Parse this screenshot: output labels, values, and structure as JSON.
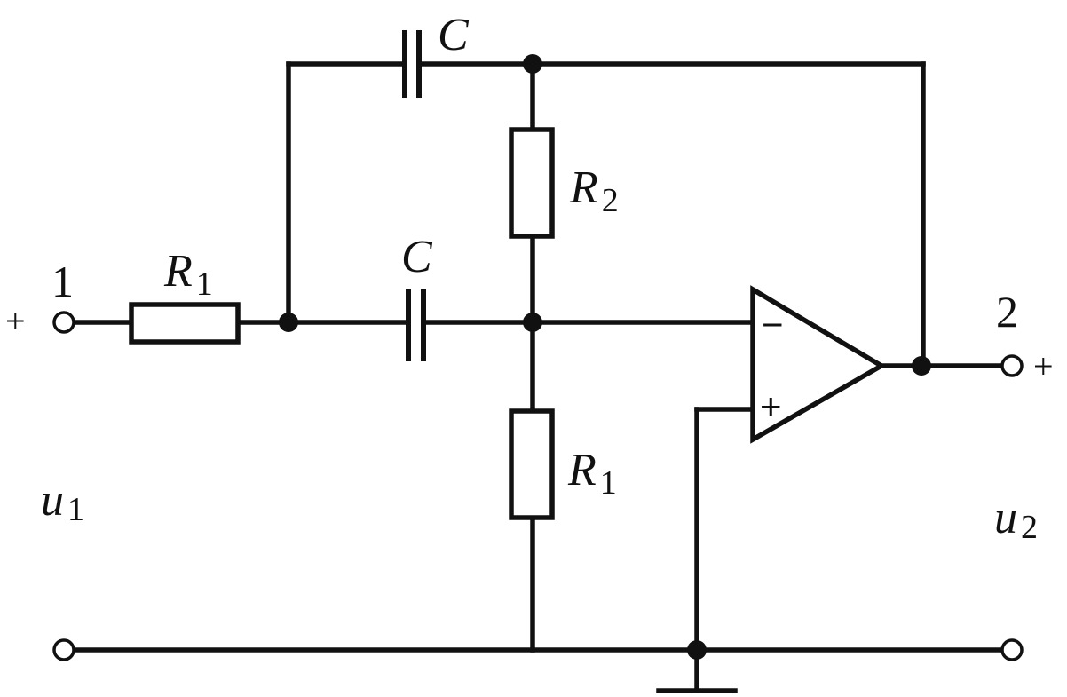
{
  "labels": {
    "top_capacitor": "C",
    "mid_capacitor": "C",
    "input_resistor": {
      "main": "R",
      "sub": "1"
    },
    "feedback_resistor": {
      "main": "R",
      "sub": "2"
    },
    "ground_resistor": {
      "main": "R",
      "sub": "1"
    },
    "input_node_number": "1",
    "output_node_number": "2",
    "input_plus": "+",
    "output_plus": "+",
    "input_voltage": {
      "main": "u",
      "sub": "1"
    },
    "output_voltage": {
      "main": "u",
      "sub": "2"
    },
    "opamp_inverting": "−",
    "opamp_noninverting": "+"
  }
}
